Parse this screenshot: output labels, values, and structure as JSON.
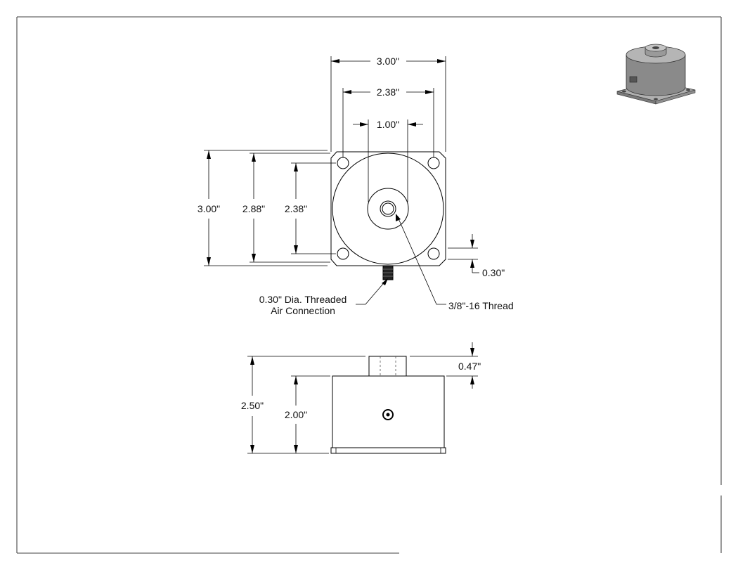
{
  "top_view": {
    "dims": {
      "overall_width": "3.00\"",
      "hole_spacing_width": "2.38\"",
      "boss_width": "1.00\"",
      "overall_height": "3.00\"",
      "body_height": "2.88\"",
      "hole_spacing_height": "2.38\"",
      "corner_offset": "0.30\""
    },
    "callouts": {
      "air_connection_line1": "0.30\" Dia. Threaded",
      "air_connection_line2": "Air Connection",
      "thread": "3/8\"-16 Thread"
    }
  },
  "side_view": {
    "dims": {
      "overall_height": "2.50\"",
      "body_height": "2.00\"",
      "boss_height": "0.47\""
    }
  },
  "colors": {
    "line": "#000000",
    "iso_body": "#8a8a8a",
    "iso_top": "#b5b5b5",
    "iso_base": "#9a9a9a"
  }
}
